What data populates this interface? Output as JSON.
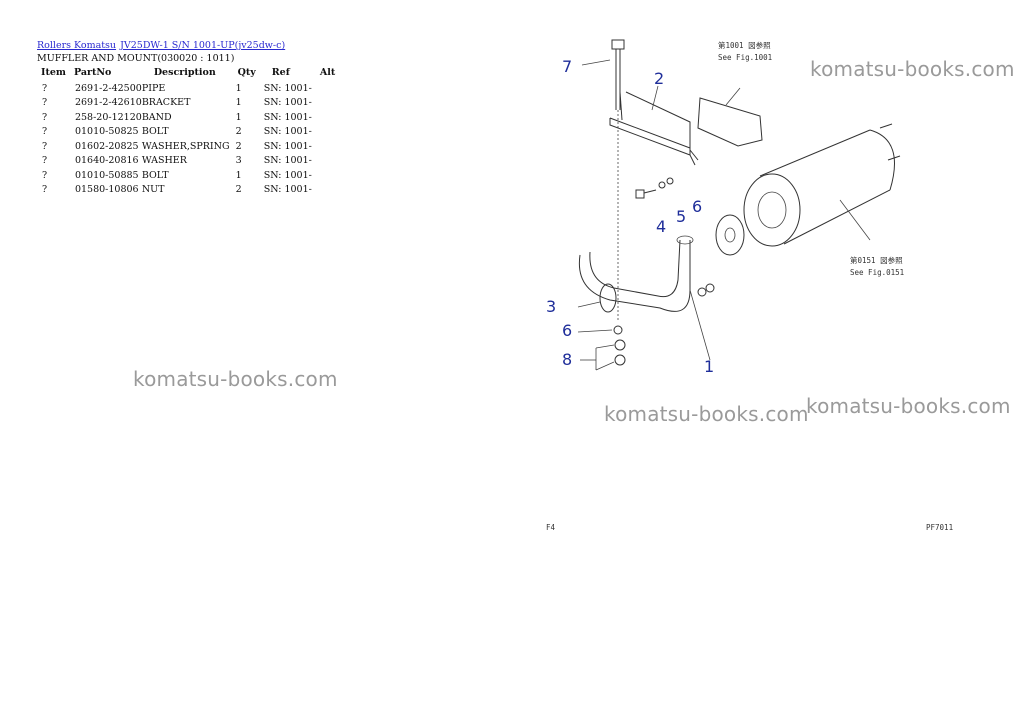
{
  "header": {
    "breadcrumb_1": "Rollers Komatsu",
    "breadcrumb_2": "JV25DW-1 S/N 1001-UP(jv25dw-c)",
    "subtitle": "MUFFLER AND MOUNT(030020 : 1011)"
  },
  "table": {
    "columns": [
      "Item",
      "PartNo",
      "Description",
      "Qty",
      "Ref",
      "Alt"
    ],
    "rows": [
      {
        "item": "?",
        "part_no": "2691-2-42500",
        "description": "PIPE",
        "qty": "1",
        "ref": "SN: 1001-",
        "alt": ""
      },
      {
        "item": "?",
        "part_no": "2691-2-42610",
        "description": "BRACKET",
        "qty": "1",
        "ref": "SN: 1001-",
        "alt": ""
      },
      {
        "item": "?",
        "part_no": "258-20-12120",
        "description": "BAND",
        "qty": "1",
        "ref": "SN: 1001-",
        "alt": ""
      },
      {
        "item": "?",
        "part_no": "01010-50825",
        "description": "BOLT",
        "qty": "2",
        "ref": "SN: 1001-",
        "alt": ""
      },
      {
        "item": "?",
        "part_no": "01602-20825",
        "description": "WASHER,SPRING",
        "qty": "2",
        "ref": "SN: 1001-",
        "alt": ""
      },
      {
        "item": "?",
        "part_no": "01640-20816",
        "description": "WASHER",
        "qty": "3",
        "ref": "SN: 1001-",
        "alt": ""
      },
      {
        "item": "?",
        "part_no": "01010-50885",
        "description": "BOLT",
        "qty": "1",
        "ref": "SN: 1001-",
        "alt": ""
      },
      {
        "item": "?",
        "part_no": "01580-10806",
        "description": "NUT",
        "qty": "2",
        "ref": "SN: 1001-",
        "alt": ""
      }
    ]
  },
  "watermark": "komatsu-books.com",
  "diagram": {
    "callouts": [
      "7",
      "2",
      "6",
      "5",
      "4",
      "3",
      "6",
      "8",
      "1"
    ],
    "note_top_jp": "第1001 図参照",
    "note_top_en": "See Fig.1001",
    "note_right_jp": "第0151 図参照",
    "note_right_en": "See Fig.0151",
    "footer_left": "F4",
    "footer_right": "PF7011"
  },
  "colors": {
    "link": "#2a2ad0",
    "callout": "#1f2e9a",
    "watermark": "#9a9a9a"
  }
}
